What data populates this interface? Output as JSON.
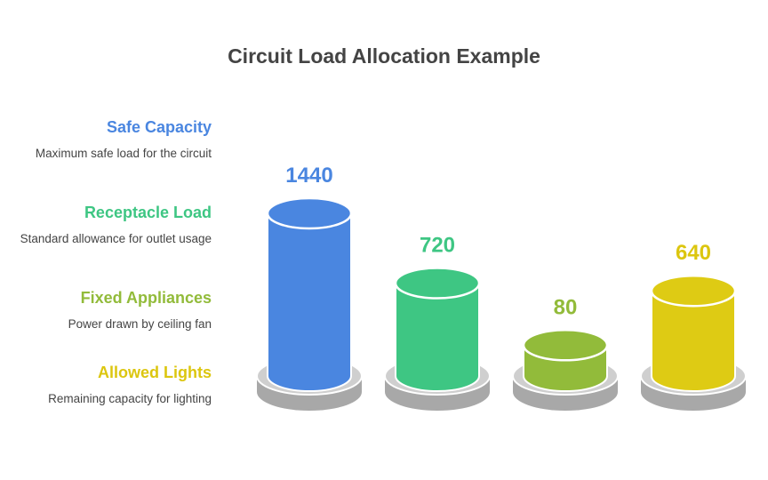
{
  "chart_data": {
    "type": "bar",
    "title": "Circuit Load Allocation Example",
    "categories": [
      "Safe Capacity",
      "Receptacle Load",
      "Fixed Appliances",
      "Allowed Lights"
    ],
    "descriptions": [
      "Maximum safe load for the circuit",
      "Standard allowance for outlet usage",
      "Power drawn by ceiling fan",
      "Remaining capacity for lighting"
    ],
    "values": [
      1440,
      720,
      80,
      640
    ],
    "value_labels": [
      "1440",
      "720",
      "80",
      "640"
    ],
    "colors": [
      "#4a86e0",
      "#3ec683",
      "#92bb3a",
      "#decb14"
    ],
    "label_colors": [
      "#4a86e0",
      "#3ec683",
      "#92bb3a",
      "#dcc60f"
    ],
    "base_color": "#a8a8a8"
  }
}
